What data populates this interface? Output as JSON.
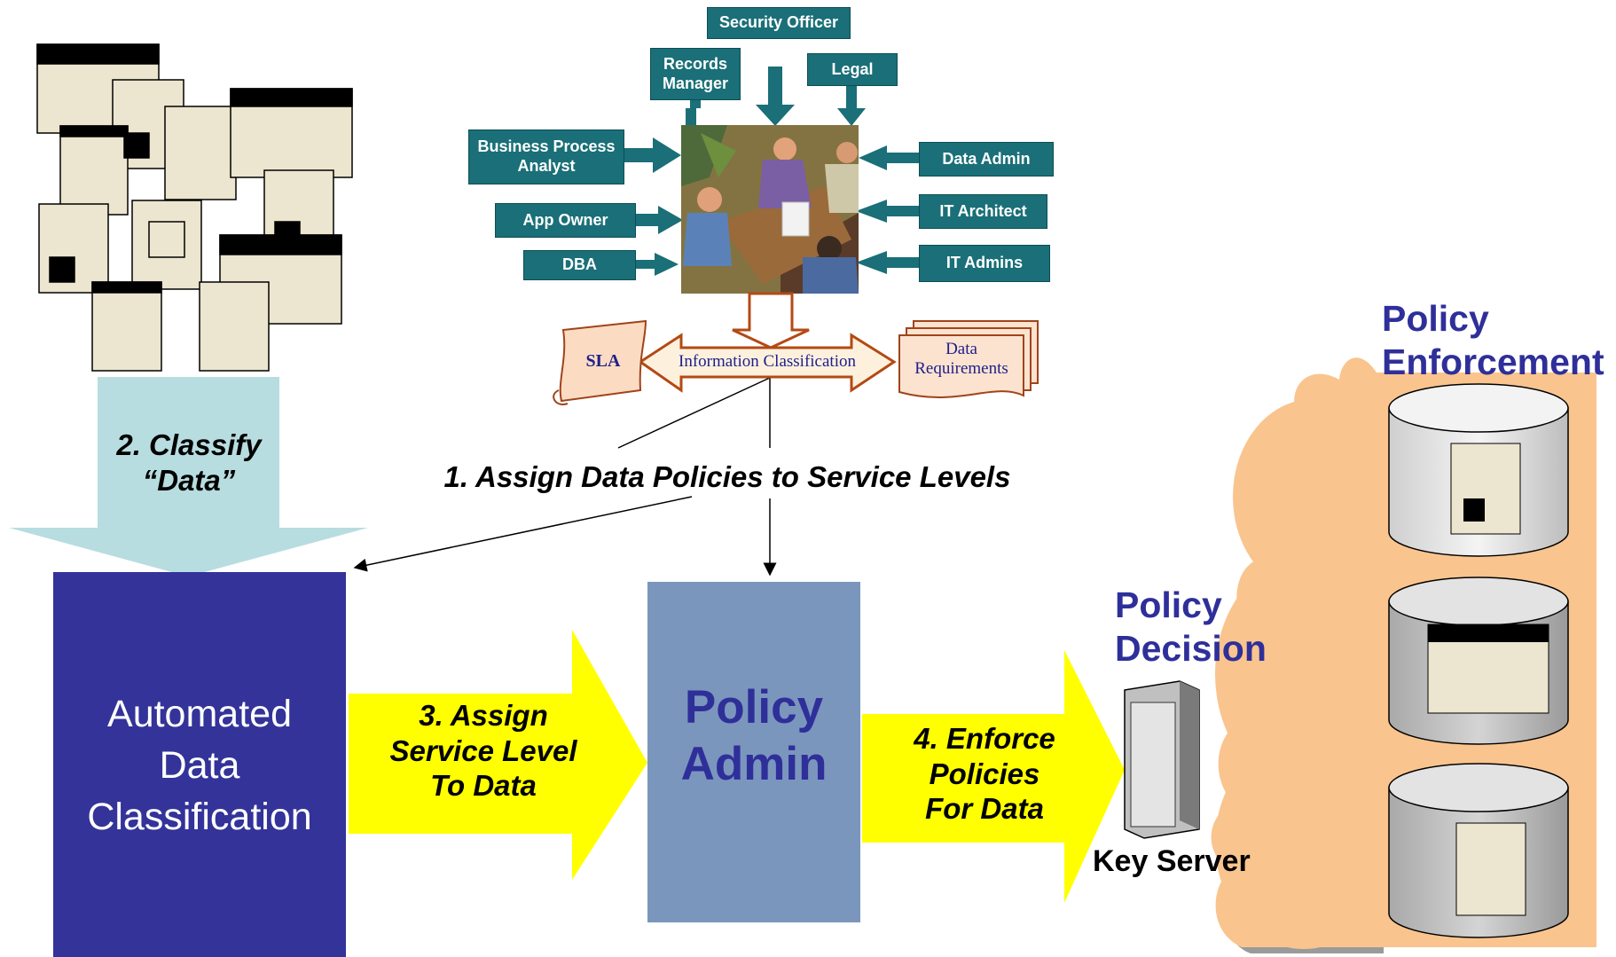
{
  "stakeholders": {
    "security_officer": "Security Officer",
    "records_manager": "Records\nManager",
    "legal": "Legal",
    "business_process_analyst": "Business Process\nAnalyst",
    "app_owner": "App Owner",
    "dba": "DBA",
    "data_admin": "Data Admin",
    "it_architect": "IT Architect",
    "it_admins": "IT Admins"
  },
  "classification": {
    "sla": "SLA",
    "information_classification": "Information Classification",
    "data_requirements": "Data\nRequirements"
  },
  "steps": {
    "step1": "1. Assign Data Policies to Service Levels",
    "step2": "2. Classify\n“Data”",
    "step3": "3. Assign\nService Level\nTo Data",
    "step4": "4. Enforce\nPolicies\nFor Data"
  },
  "boxes": {
    "automated": "Automated\nData\nClassification",
    "policy_admin": "Policy\nAdmin"
  },
  "labels": {
    "policy_decision": "Policy\nDecision",
    "policy_enforcement": "Policy\nEnforcement",
    "key_server": "Key Server"
  },
  "colors": {
    "teal": "#1a6f78",
    "navy_box": "#333399",
    "policy_admin_box": "#7b96bd",
    "yellow_arrow": "#ffff00",
    "light_blue_arrow": "#b7dde0",
    "cloud": "#fac48e",
    "title_purple": "#2f2f9a"
  }
}
